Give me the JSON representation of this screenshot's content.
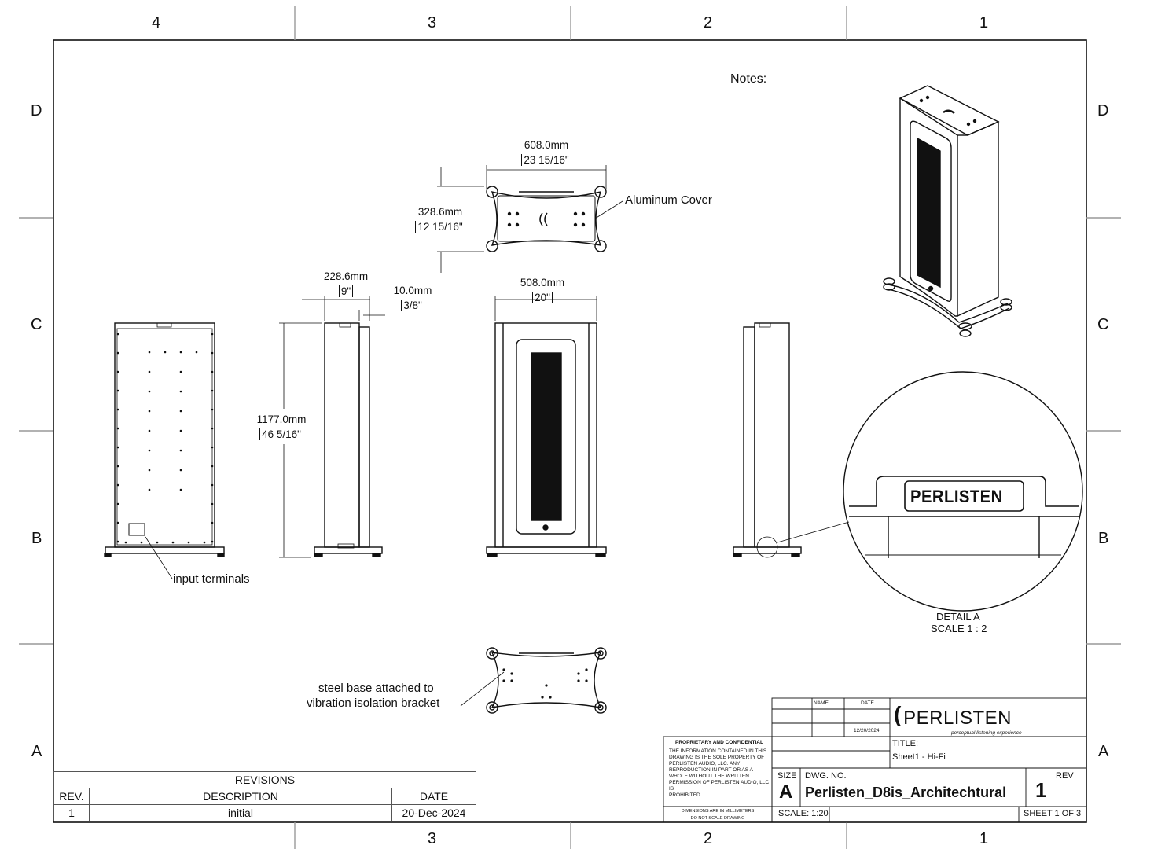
{
  "zones": {
    "columns": [
      "4",
      "3",
      "2",
      "1"
    ],
    "rows": [
      "D",
      "C",
      "B",
      "A"
    ]
  },
  "notes_label": "Notes:",
  "top_view": {
    "width_mm": "608.0mm",
    "width_in": "23 15/16\"",
    "depth_mm": "328.6mm",
    "depth_in": "12 15/16\"",
    "callout": "Aluminum Cover"
  },
  "side_view": {
    "depth_mm": "228.6mm",
    "depth_in": "9\"",
    "gap_mm": "10.0mm",
    "gap_in": "3/8\"",
    "height_mm": "1177.0mm",
    "height_in": "46 5/16\""
  },
  "front_view": {
    "width_mm": "508.0mm",
    "width_in": "20\""
  },
  "rear_view": {
    "callout": "input terminals"
  },
  "bottom_view": {
    "callout_line1": "steel base attached to",
    "callout_line2": "vibration isolation bracket"
  },
  "detail": {
    "label": "DETAIL A",
    "scale": "SCALE 1 : 2",
    "logo_text": "PERLISTEN"
  },
  "revisions": {
    "title": "REVISIONS",
    "headers": [
      "REV.",
      "DESCRIPTION",
      "DATE"
    ],
    "rows": [
      {
        "rev": "1",
        "description": "initial",
        "date": "20-Dec-2024"
      }
    ]
  },
  "proprietary": {
    "heading": "PROPRIETARY AND CONFIDENTIAL",
    "body_lines": [
      "THE INFORMATION CONTAINED IN THIS",
      "DRAWING IS THE SOLE PROPERTY OF",
      "PERLISTEN AUDIO, LLC.  ANY",
      "REPRODUCTION IN PART OR AS A",
      "WHOLE WITHOUT THE WRITTEN",
      "PERMISSION OF PERLISTEN AUDIO, LLC IS",
      "PROHIBITED."
    ],
    "footer_line1": "DIMENSIONS ARE IN MILLIMETERS",
    "footer_line2": "DO NOT SCALE DRAWING"
  },
  "title_block": {
    "name_header": "NAME",
    "date_header": "DATE",
    "date_value": "12/20/2024",
    "company": "PERLISTEN",
    "tagline": "perceptual listening experience",
    "title_label": "TITLE:",
    "title_value": "Sheet1 - Hi-Fi",
    "size_label": "SIZE",
    "size_value": "A",
    "dwg_label": "DWG.  NO.",
    "dwg_value": "Perlisten_D8is_Architechtural",
    "rev_label": "REV",
    "rev_value": "1",
    "scale": "SCALE: 1:20",
    "sheet": "SHEET 1 OF 3"
  }
}
